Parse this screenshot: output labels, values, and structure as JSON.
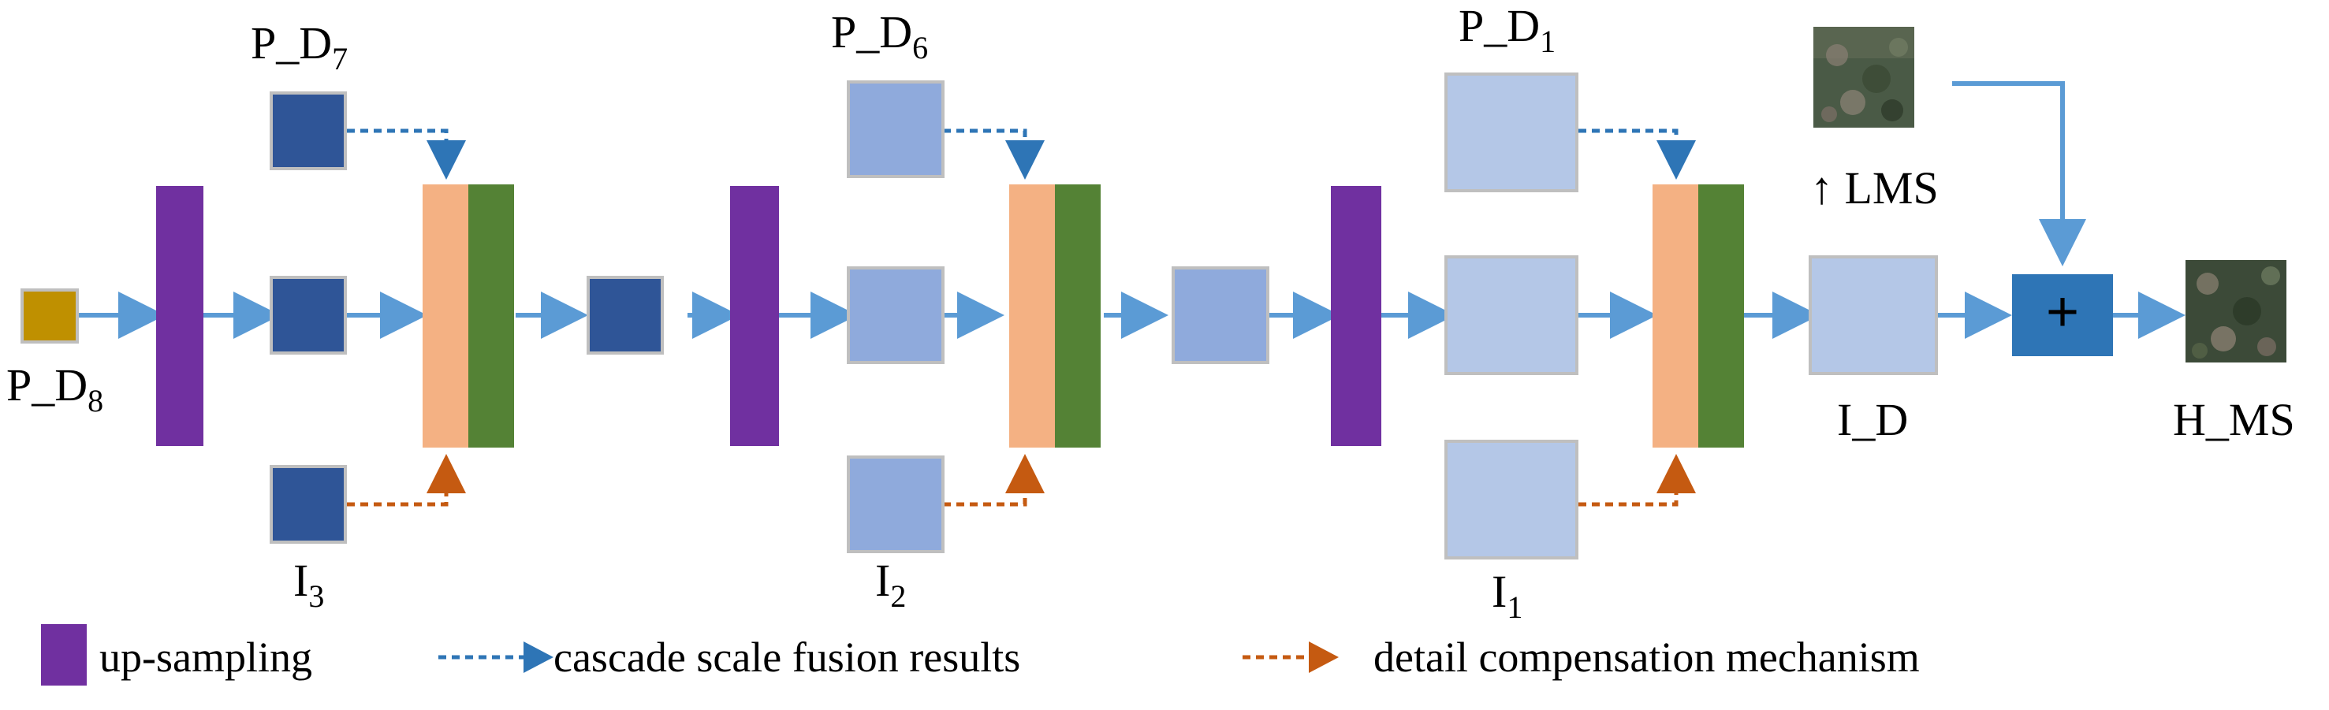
{
  "colors": {
    "upsampling": "#7030a0",
    "concat_orange": "#f4b183",
    "concat_green": "#548235",
    "dark_block": "#2f5597",
    "mid_block": "#8faadc",
    "light_block": "#b4c7e7",
    "input_gold": "#bf9000",
    "arrow_blue": "#5b9bd5",
    "dotted_blue": "#2e75b6",
    "dotted_orange": "#c55a11",
    "block_border": "#bfbfbf"
  },
  "labels": {
    "p_d8": {
      "main": "P_D",
      "sub": "8"
    },
    "p_d7": {
      "main": "P_D",
      "sub": "7"
    },
    "p_d6": {
      "main": "P_D",
      "sub": "6"
    },
    "p_d1": {
      "main": "P_D",
      "sub": "1"
    },
    "i3": {
      "main": "I",
      "sub": "3"
    },
    "i2": {
      "main": "I",
      "sub": "2"
    },
    "i1": {
      "main": "I",
      "sub": "1"
    },
    "lms": "↑ LMS",
    "i_d": "I_D",
    "h_ms": "H_MS",
    "plus": "+"
  },
  "legend": {
    "upsampling": "up-sampling",
    "cascade": "cascade scale fusion results",
    "detail": "detail compensation mechanism"
  }
}
